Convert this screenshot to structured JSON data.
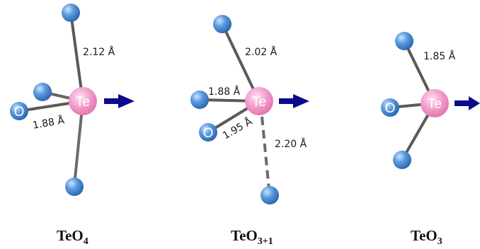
{
  "structures": [
    {
      "name": "TeO4",
      "caption": {
        "base": "TeO",
        "subscript": "4"
      },
      "center_atom": "Te",
      "oxygen_label": "O",
      "bond_labels": [
        "2.12 Å",
        "1.88 Å"
      ]
    },
    {
      "name": "TeO3+1",
      "caption": {
        "base": "TeO",
        "subscript": "3+1"
      },
      "center_atom": "Te",
      "oxygen_label": "O",
      "bond_labels": [
        "2.02 Å",
        "1.88 Å",
        "1.95 Å",
        "2.20 Å"
      ]
    },
    {
      "name": "TeO3",
      "caption": {
        "base": "TeO",
        "subscript": "3"
      },
      "center_atom": "Te",
      "oxygen_label": "O",
      "bond_labels": [
        "1.85 Å"
      ]
    }
  ],
  "colors": {
    "tellurium": "#f28cc2",
    "oxygen": "#4f8fd6",
    "bond": "#555555",
    "arrow": "#0b0b8c"
  }
}
